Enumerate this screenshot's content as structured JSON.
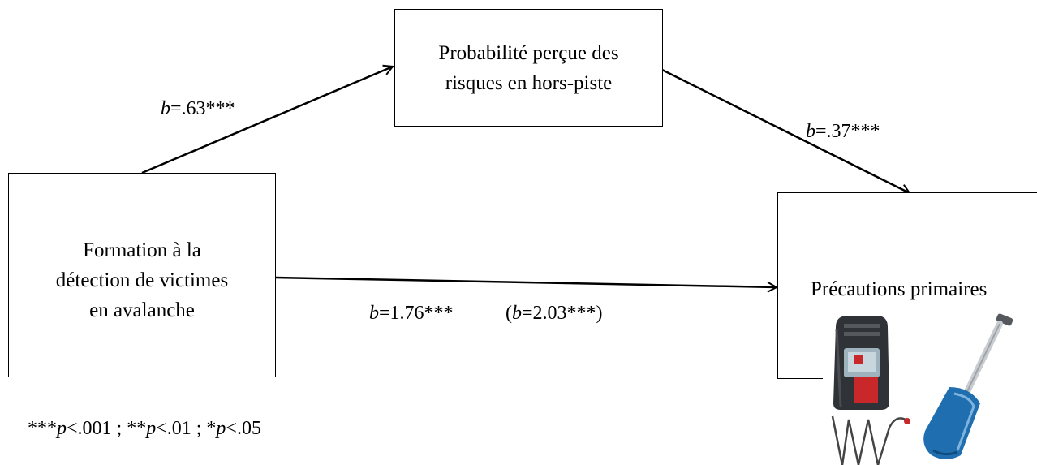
{
  "boxes": {
    "mediator": "Probabilité perçue des\nrisques en hors-piste",
    "predictor": "Formation à la\ndétection de victimes\nen avalanche",
    "outcome": "Précautions primaires"
  },
  "paths": {
    "a": {
      "var": "b",
      "value": "=.63***"
    },
    "b": {
      "var": "b",
      "value": "=.37***"
    },
    "c_prime": {
      "var": "b",
      "value": "=1.76***"
    },
    "c_total": {
      "open": "(",
      "var": "b",
      "value": "=2.03***)"
    }
  },
  "note": {
    "part1_stars": "***",
    "part1_p": "p",
    "part1_rest": "<.001 ; ",
    "part2_stars": "**",
    "part2_p": "p",
    "part2_rest": "<.01 ; ",
    "part3_stars": "*",
    "part3_p": "p",
    "part3_rest": "<.05"
  },
  "illustration": {
    "items": [
      "avalanche-transceiver-icon",
      "snow-shovel-icon",
      "avalanche-probe-icon"
    ],
    "colors": {
      "transceiver_body": "#2f3236",
      "transceiver_accent": "#c8282a",
      "shovel_blade": "#1f6fb0",
      "shovel_shaft": "#c9ccd0"
    }
  }
}
